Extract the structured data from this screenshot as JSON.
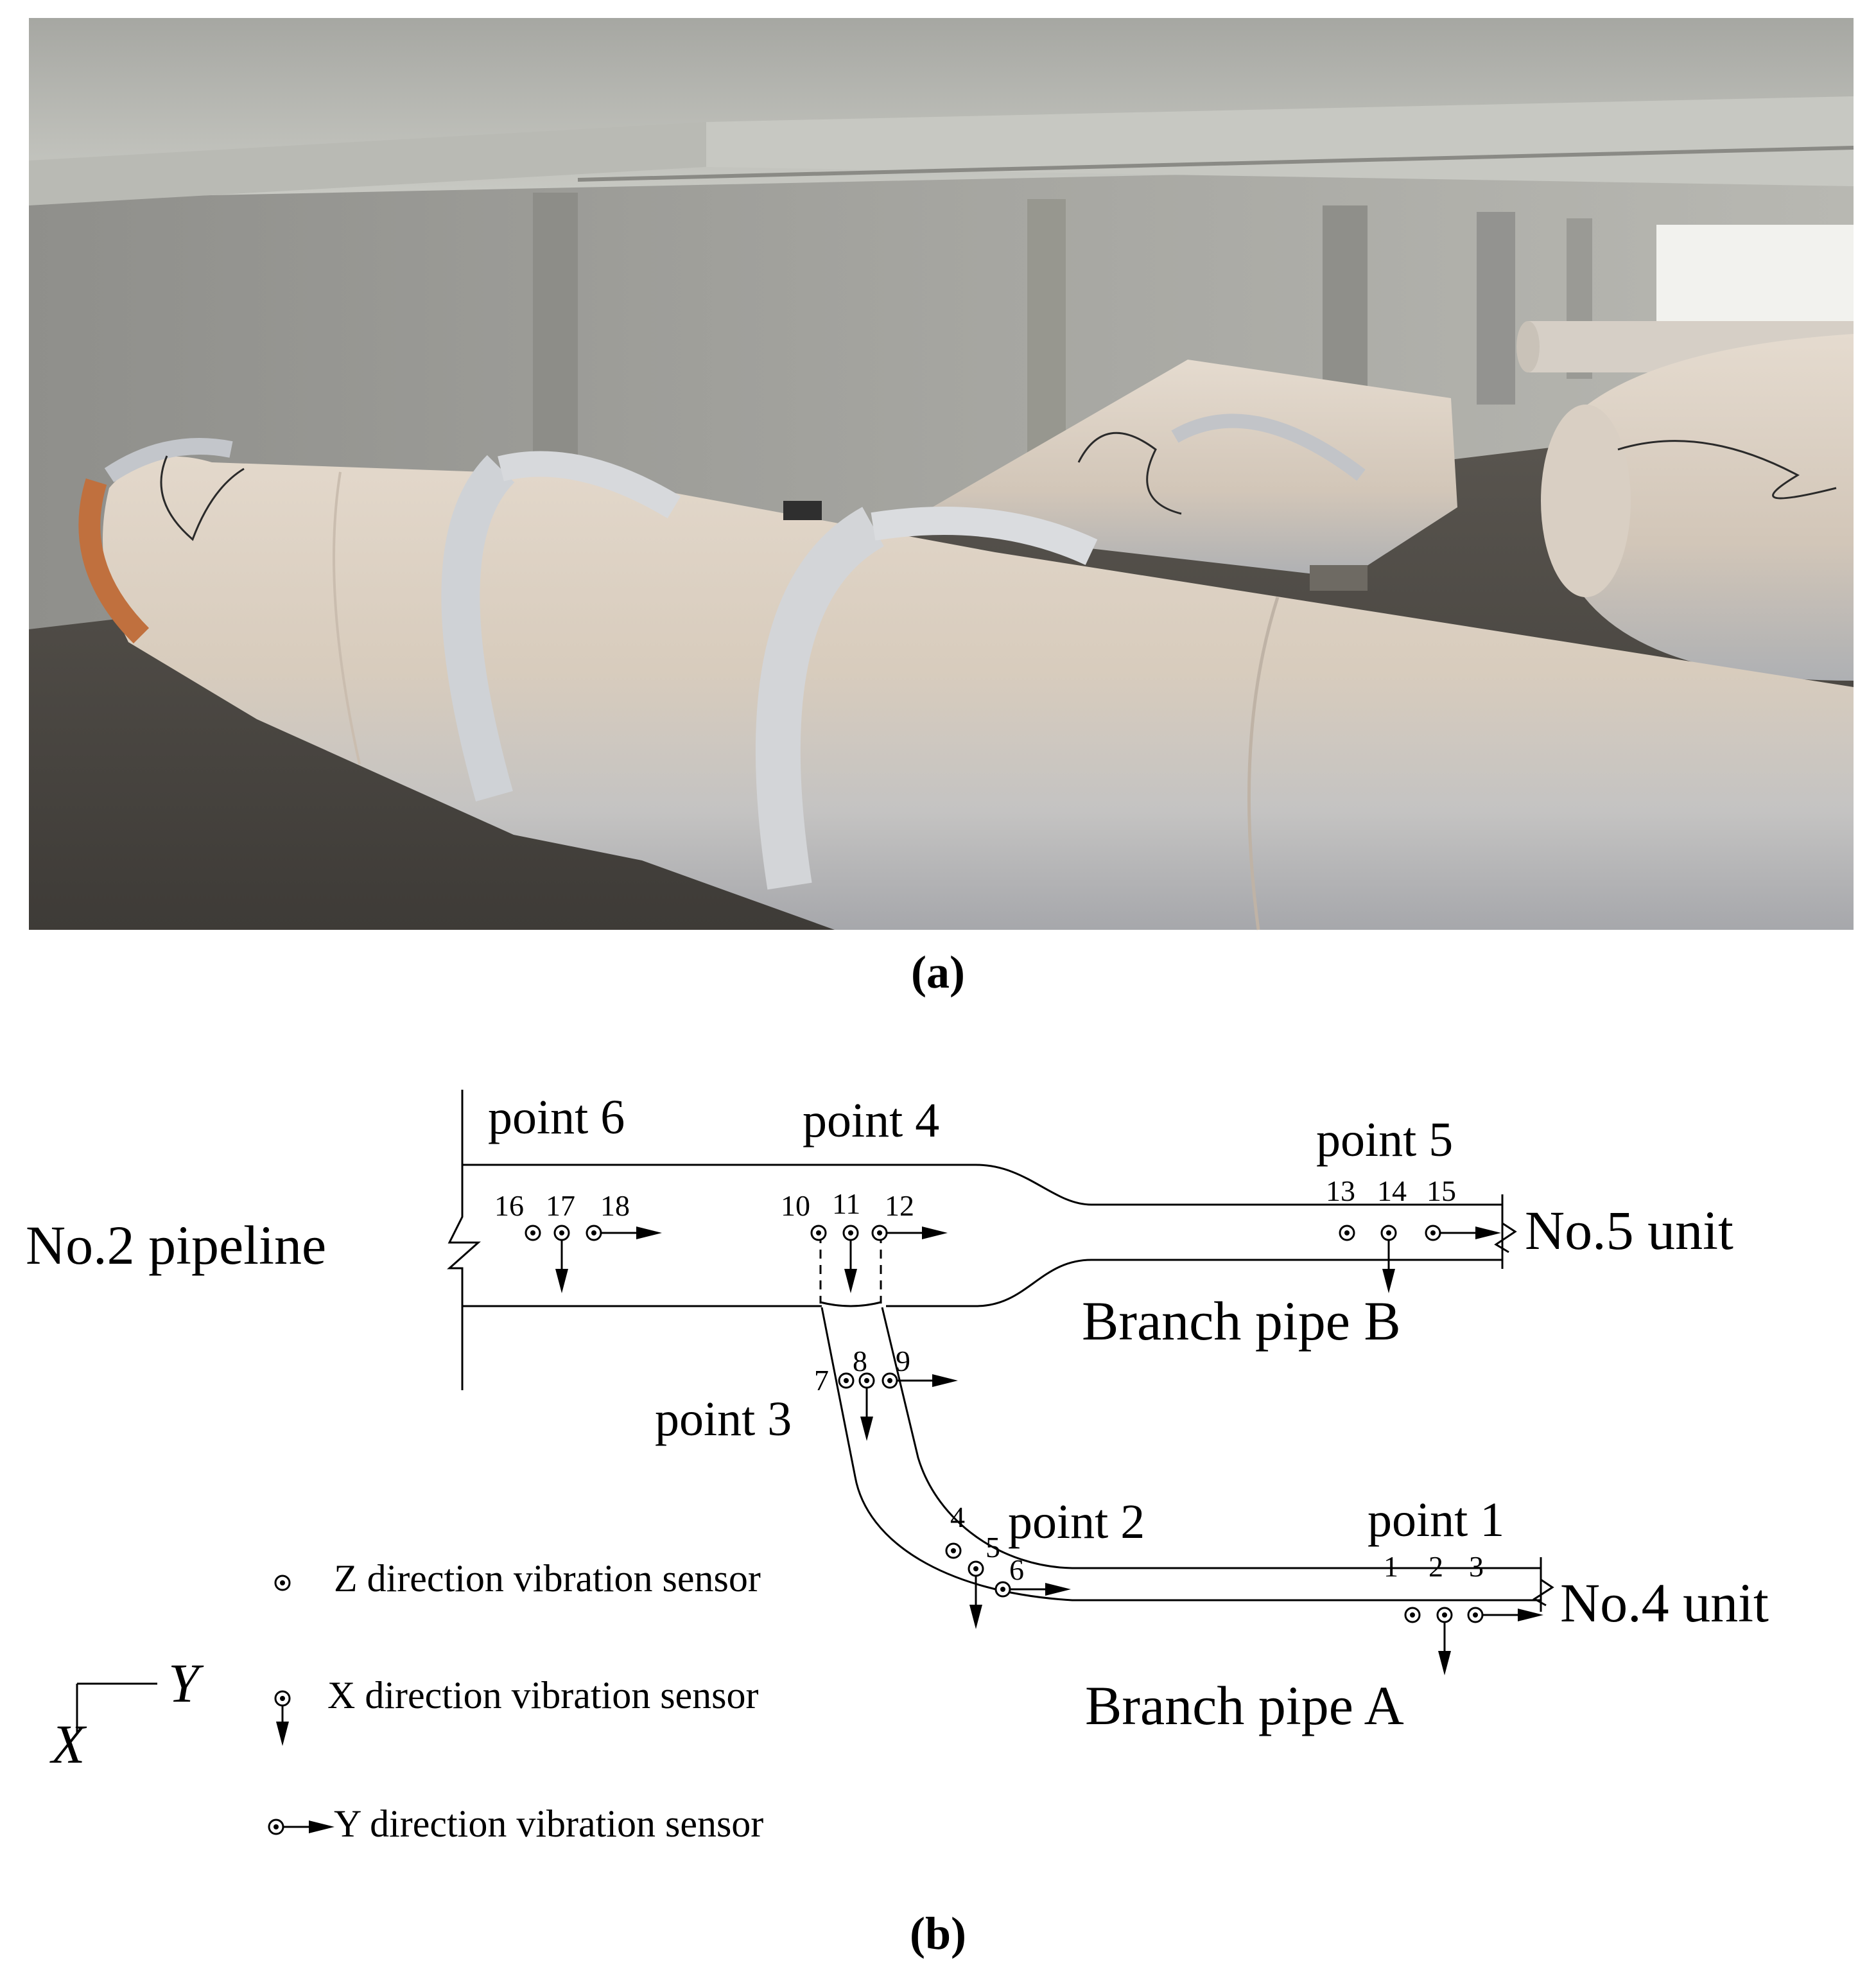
{
  "panel_a": {
    "caption": "(a)"
  },
  "panel_b": {
    "caption": "(b)",
    "labels": {
      "pipeline": "No.2 pipeline",
      "no5_unit": "No.5 unit",
      "no4_unit": "No.4 unit",
      "branch_b": "Branch pipe B",
      "branch_a": "Branch pipe A"
    },
    "points": {
      "p1": "point 1",
      "p2": "point 2",
      "p3": "point 3",
      "p4": "point 4",
      "p5": "point 5",
      "p6": "point 6"
    },
    "sensor_numbers": {
      "s1": "1",
      "s2": "2",
      "s3": "3",
      "s4": "4",
      "s5": "5",
      "s6": "6",
      "s7": "7",
      "s8": "8",
      "s9": "9",
      "s10": "10",
      "s11": "11",
      "s12": "12",
      "s13": "13",
      "s14": "14",
      "s15": "15",
      "s16": "16",
      "s17": "17",
      "s18": "18"
    },
    "legend": {
      "z": "Z direction vibration sensor",
      "x": "X direction vibration sensor",
      "y": "Y direction vibration sensor"
    },
    "axes": {
      "y": "Y",
      "x": "X"
    }
  }
}
